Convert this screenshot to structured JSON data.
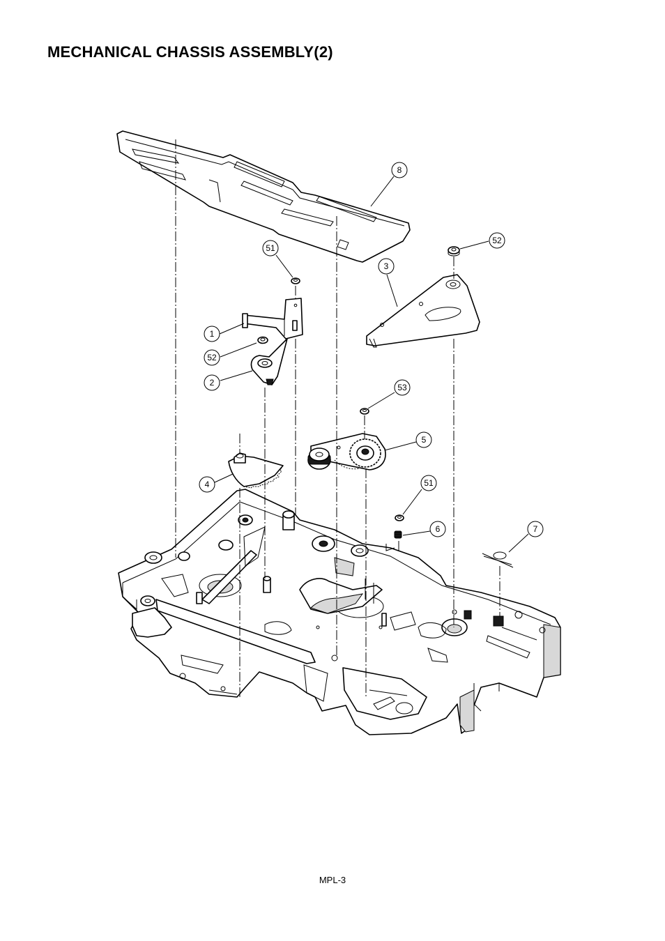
{
  "title": "MECHANICAL CHASSIS ASSEMBLY(2)",
  "footer": "MPL-3",
  "callouts": [
    {
      "id": "c8",
      "label": "8"
    },
    {
      "id": "c52a",
      "label": "52"
    },
    {
      "id": "c51a",
      "label": "51"
    },
    {
      "id": "c3",
      "label": "3"
    },
    {
      "id": "c1",
      "label": "1"
    },
    {
      "id": "c52b",
      "label": "52"
    },
    {
      "id": "c2",
      "label": "2"
    },
    {
      "id": "c53",
      "label": "53"
    },
    {
      "id": "c5",
      "label": "5"
    },
    {
      "id": "c4",
      "label": "4"
    },
    {
      "id": "c51b",
      "label": "51"
    },
    {
      "id": "c6",
      "label": "6"
    },
    {
      "id": "c7",
      "label": "7"
    }
  ]
}
